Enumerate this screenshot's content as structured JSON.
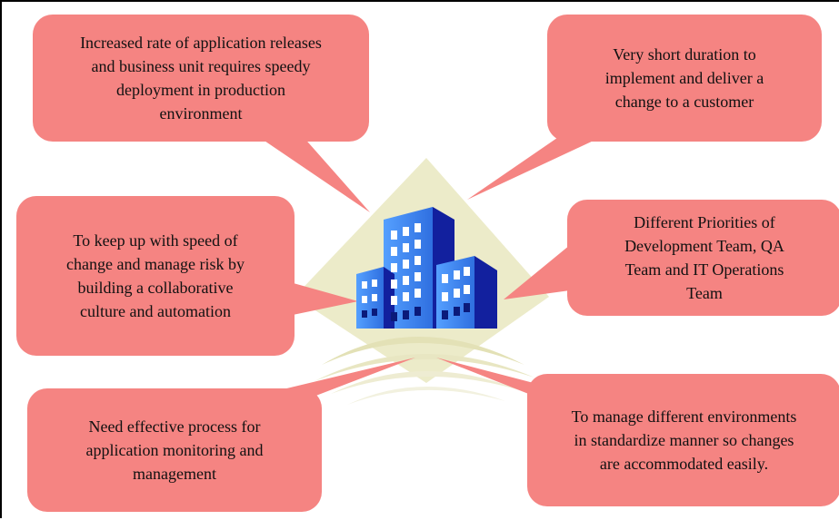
{
  "diagram": {
    "callouts": [
      {
        "id": "b1",
        "text": "Increased rate of application releases\nand business unit requires  speedy\ndeployment in production\nenvironment"
      },
      {
        "id": "b2",
        "text": "Very short duration to\nimplement and deliver a\nchange to a customer"
      },
      {
        "id": "b3",
        "text": "To keep up with speed of\nchange and manage risk by\nbuilding a collaborative\nculture and automation"
      },
      {
        "id": "b4",
        "text": "Different Priorities of\nDevelopment Team, QA\nTeam and IT Operations\nTeam"
      },
      {
        "id": "b5",
        "text": "Need effective process for\napplication monitoring and\nmanagement"
      },
      {
        "id": "b6",
        "text": "To manage different environments\nin standardize manner so changes\nare accommodated easily."
      }
    ],
    "central_icon": "office-buildings-icon",
    "colors": {
      "callout_fill": "#f58482",
      "diamond_fill": "#ecebc9",
      "building_blue": "#3f83e8",
      "building_dark": "#12209e",
      "window_white": "#ffffff"
    }
  }
}
